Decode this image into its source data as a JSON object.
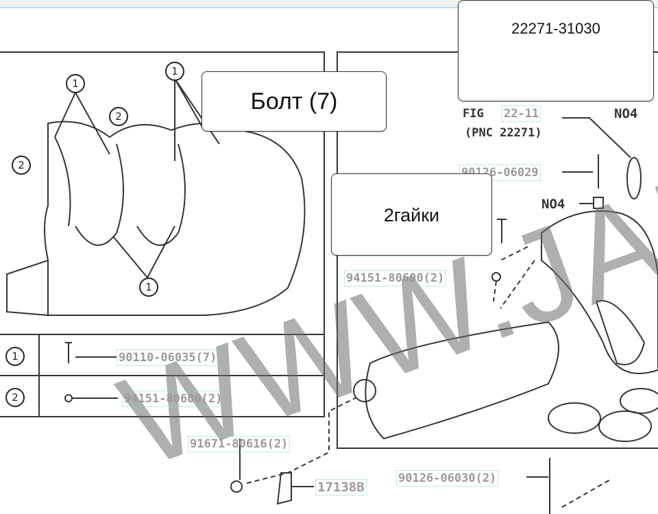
{
  "callouts": {
    "bolt": "Болт (7)",
    "nuts": "2гайки",
    "part_number": "22271-31030"
  },
  "legend": [
    {
      "marker": "1",
      "part": "90110-06035",
      "qty": "(7)"
    },
    {
      "marker": "2",
      "part": "94151-80600",
      "qty": "(2)"
    }
  ],
  "diagram_markers": [
    "1",
    "1",
    "2",
    "2",
    "1"
  ],
  "labels": {
    "fig": "FIG",
    "fig_ref": "22-11",
    "pnc": "(PNC 22271)",
    "no4_a": "NO4",
    "no4_b": "NO4",
    "part_90126_a": "90126-06029",
    "part_94151": "94151-80600(2)",
    "part_91671": "91671-80616(2)",
    "part_17138": "17138B",
    "part_90126_b": "90126-06030(2)"
  },
  "watermark": "WWW.JAP"
}
